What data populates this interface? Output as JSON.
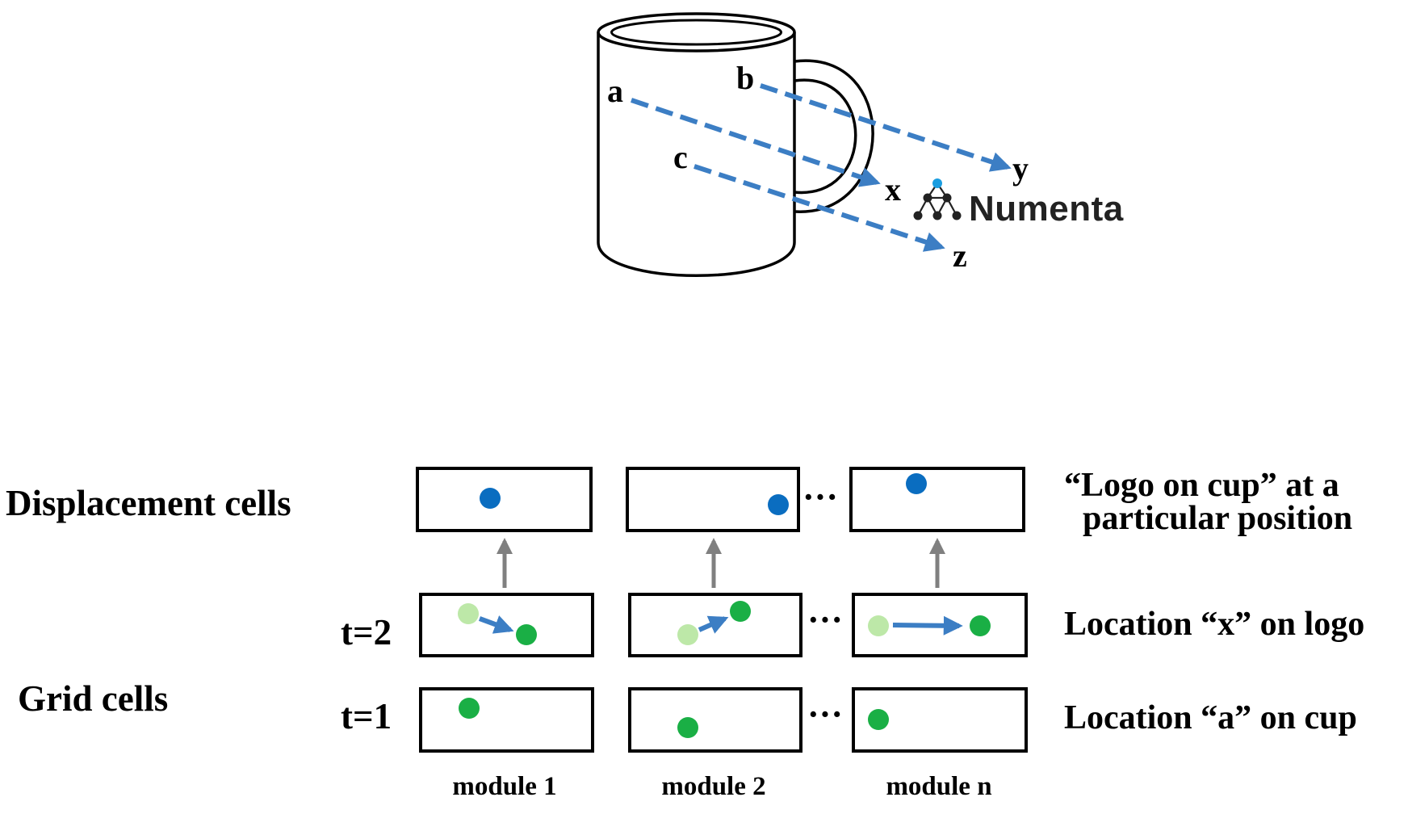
{
  "cup": {
    "labels": {
      "a": "a",
      "b": "b",
      "c": "c",
      "x": "x",
      "y": "y",
      "z": "z"
    },
    "logo_text": "Numenta"
  },
  "rows": {
    "displacement_label": "Displacement cells",
    "grid_label": "Grid cells",
    "t2_label": "t=2",
    "t1_label": "t=1"
  },
  "descriptions": {
    "displacement_line1": "“Logo on cup” at a",
    "displacement_line2": "particular position",
    "location_x": "Location “x” on logo",
    "location_a": "Location “a” on cup"
  },
  "modules": {
    "module1": "module 1",
    "module2": "module 2",
    "modulen": "module n",
    "ellipsis": "···"
  },
  "colors": {
    "arrow_blue": "#3c7ec4",
    "displacement_dot": "#0a6dc0",
    "grid_dot": "#1aaf45",
    "grid_dot_faded": "#bde8a8",
    "up_arrow": "#808080",
    "logo_dot": "#1a9de0",
    "ink": "#000000"
  }
}
